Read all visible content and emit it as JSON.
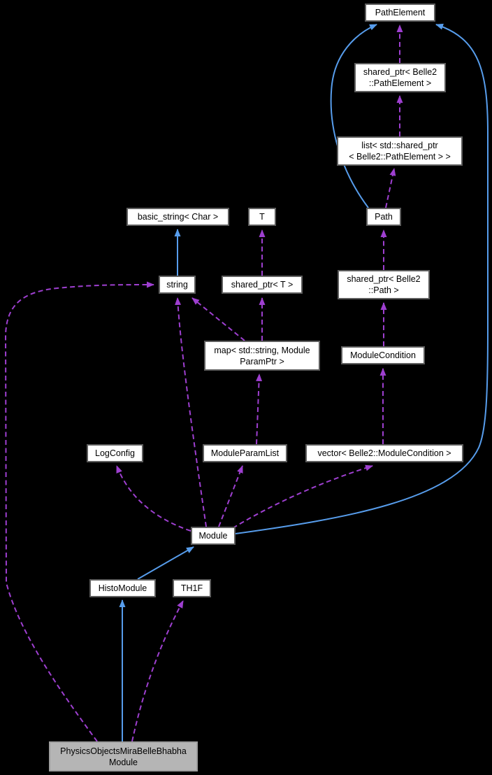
{
  "diagram": {
    "type": "doxygen-collaboration-graph",
    "background_color": "#000000",
    "colors": {
      "inheritance_edge": "#579dec",
      "usage_edge": "#9e3fd0",
      "node_fill": "#ffffff",
      "node_border": "#5e5e5e",
      "highlight_node_fill": "#b5b5b5",
      "highlight_node_border": "#9e9e9e",
      "node_text": "#000000"
    },
    "nodes": [
      {
        "label": "PathElement"
      },
      {
        "label": "shared_ptr< Belle2\n::PathElement >"
      },
      {
        "label": "list< std::shared_ptr\n< Belle2::PathElement > >"
      },
      {
        "label": "basic_string< Char >"
      },
      {
        "label": "T"
      },
      {
        "label": "Path"
      },
      {
        "label": "string"
      },
      {
        "label": "shared_ptr< T >"
      },
      {
        "label": "shared_ptr< Belle2\n::Path >"
      },
      {
        "label": "map< std::string, Module\nParamPtr >"
      },
      {
        "label": "ModuleCondition"
      },
      {
        "label": "LogConfig"
      },
      {
        "label": "ModuleParamList"
      },
      {
        "label": "vector< Belle2::ModuleCondition >"
      },
      {
        "label": "Module"
      },
      {
        "label": "HistoModule"
      },
      {
        "label": "TH1F"
      },
      {
        "label": "PhysicsObjectsMiraBelleBhabha\nModule",
        "highlighted": true
      }
    ],
    "edges": [
      {
        "from": "shared_ptr< Belle2::PathElement >",
        "to": "PathElement",
        "type": "usage"
      },
      {
        "from": "list< std::shared_ptr< Belle2::PathElement > >",
        "to": "shared_ptr< Belle2::PathElement >",
        "type": "usage"
      },
      {
        "from": "Path",
        "to": "list< std::shared_ptr< Belle2::PathElement > >",
        "type": "usage"
      },
      {
        "from": "Path",
        "to": "PathElement",
        "type": "inheritance"
      },
      {
        "from": "shared_ptr< Belle2::Path >",
        "to": "Path",
        "type": "usage"
      },
      {
        "from": "ModuleCondition",
        "to": "shared_ptr< Belle2::Path >",
        "type": "usage"
      },
      {
        "from": "vector< Belle2::ModuleCondition >",
        "to": "ModuleCondition",
        "type": "usage"
      },
      {
        "from": "Module",
        "to": "vector< Belle2::ModuleCondition >",
        "type": "usage"
      },
      {
        "from": "string",
        "to": "basic_string< Char >",
        "type": "inheritance"
      },
      {
        "from": "shared_ptr< T >",
        "to": "T",
        "type": "usage"
      },
      {
        "from": "map< std::string, ModuleParamPtr >",
        "to": "string",
        "type": "usage"
      },
      {
        "from": "map< std::string, ModuleParamPtr >",
        "to": "shared_ptr< T >",
        "type": "usage"
      },
      {
        "from": "ModuleParamList",
        "to": "map< std::string, ModuleParamPtr >",
        "type": "usage"
      },
      {
        "from": "Module",
        "to": "string",
        "type": "usage"
      },
      {
        "from": "Module",
        "to": "ModuleParamList",
        "type": "usage"
      },
      {
        "from": "Module",
        "to": "LogConfig",
        "type": "usage"
      },
      {
        "from": "Module",
        "to": "PathElement",
        "type": "inheritance"
      },
      {
        "from": "HistoModule",
        "to": "Module",
        "type": "inheritance"
      },
      {
        "from": "PhysicsObjectsMiraBelleBhabhaModule",
        "to": "HistoModule",
        "type": "inheritance"
      },
      {
        "from": "PhysicsObjectsMiraBelleBhabhaModule",
        "to": "TH1F",
        "type": "usage"
      },
      {
        "from": "PhysicsObjectsMiraBelleBhabhaModule",
        "to": "string",
        "type": "usage"
      }
    ]
  }
}
